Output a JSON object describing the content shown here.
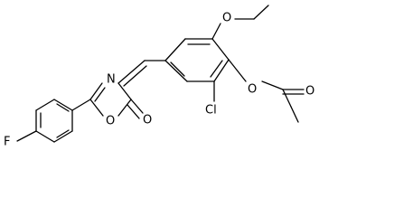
{
  "structure": {
    "atom_labels": {
      "fluorine": "F",
      "ring_nitrogen": "N",
      "ring_oxygen": "O",
      "carbonyl_oxygen": "O",
      "ethoxy_oxygen": "O",
      "ester_oxygen": "O",
      "acetyl_oxygen": "O",
      "chlorine": "Cl"
    },
    "colors": {
      "bond": "#000000",
      "label": "#000000",
      "background": "#ffffff"
    }
  }
}
